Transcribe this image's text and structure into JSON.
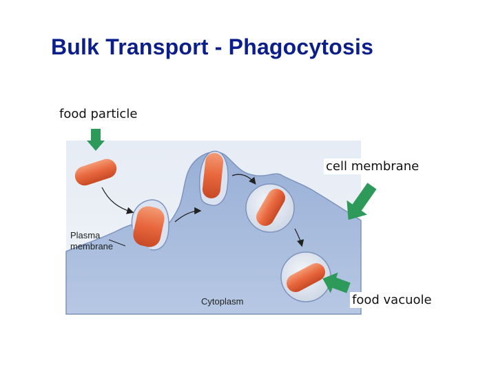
{
  "slide": {
    "title": "Bulk Transport - Phagocytosis"
  },
  "callouts": {
    "food_particle": "food particle",
    "cell_membrane": "cell membrane",
    "food_vacuole": "food vacuole"
  },
  "figure": {
    "plasma_membrane_line1": "Plasma",
    "plasma_membrane_line2": "membrane",
    "cytoplasm": "Cytoplasm"
  },
  "colors": {
    "title": "#0b1e8a",
    "arrow": "#2e9a5a",
    "cell": "#a9bedd",
    "particle": "#e8663c"
  }
}
